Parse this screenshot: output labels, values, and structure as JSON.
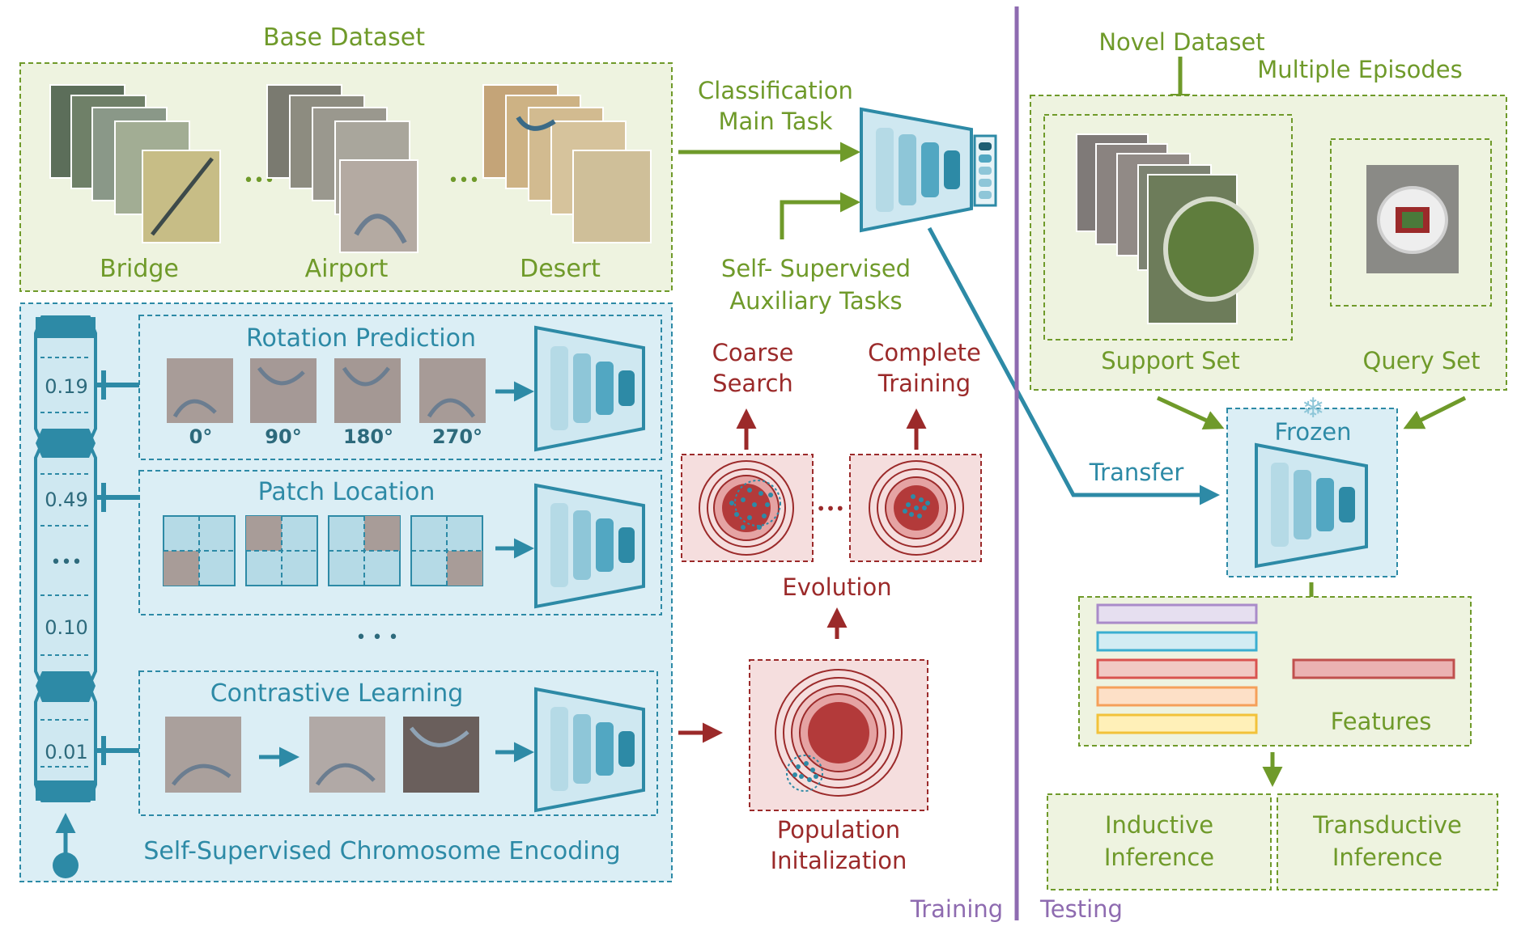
{
  "colors": {
    "green": "#6f9a2a",
    "green_fill": "#eef3e0",
    "blue": "#2d8aa6",
    "blue_fill": "#dbeef5",
    "red": "#9b2a2a",
    "red_fill": "#f5dede",
    "purple": "#8e6bb0",
    "funnel_fill": "#cfe8f1"
  },
  "base": {
    "title": "Base Dataset",
    "labels": [
      "Bridge",
      "Airport",
      "Desert"
    ],
    "dots": [
      "•••",
      "•••"
    ]
  },
  "main_task": {
    "line1": "Classification",
    "line2": "Main Task"
  },
  "aux_task": {
    "line1": "Self- Supervised",
    "line2": "Auxiliary Tasks"
  },
  "rotation": {
    "title": "Rotation Prediction",
    "angles": [
      "0°",
      "90°",
      "180°",
      "270°"
    ]
  },
  "patch": {
    "title": "Patch Location"
  },
  "contrastive": {
    "title": "Contrastive  Learning"
  },
  "ellipsis": "• • •",
  "chromosome": {
    "values": [
      "0.19",
      "0.49",
      "•••",
      "0.10",
      "0.01"
    ],
    "caption": "Self-Supervised Chromosome Encoding"
  },
  "search": {
    "coarse": [
      "Coarse",
      "Search"
    ],
    "complete": [
      "Complete",
      "Training"
    ],
    "evolution": "Evolution",
    "population": [
      "Population",
      "Initalization"
    ],
    "dots": "•••"
  },
  "divider": {
    "left": "Training",
    "right": "Testing"
  },
  "novel": {
    "title": "Novel Dataset",
    "episodes": "Multiple Episodes",
    "support": "Support Set",
    "query": "Query Set"
  },
  "frozen": {
    "label": "Frozen",
    "snow": "❄"
  },
  "transfer": "Transfer",
  "features": {
    "label": "Features"
  },
  "inference": {
    "inductive": [
      "Inductive",
      "Inference"
    ],
    "transductive": [
      "Transductive",
      "Inference"
    ]
  }
}
